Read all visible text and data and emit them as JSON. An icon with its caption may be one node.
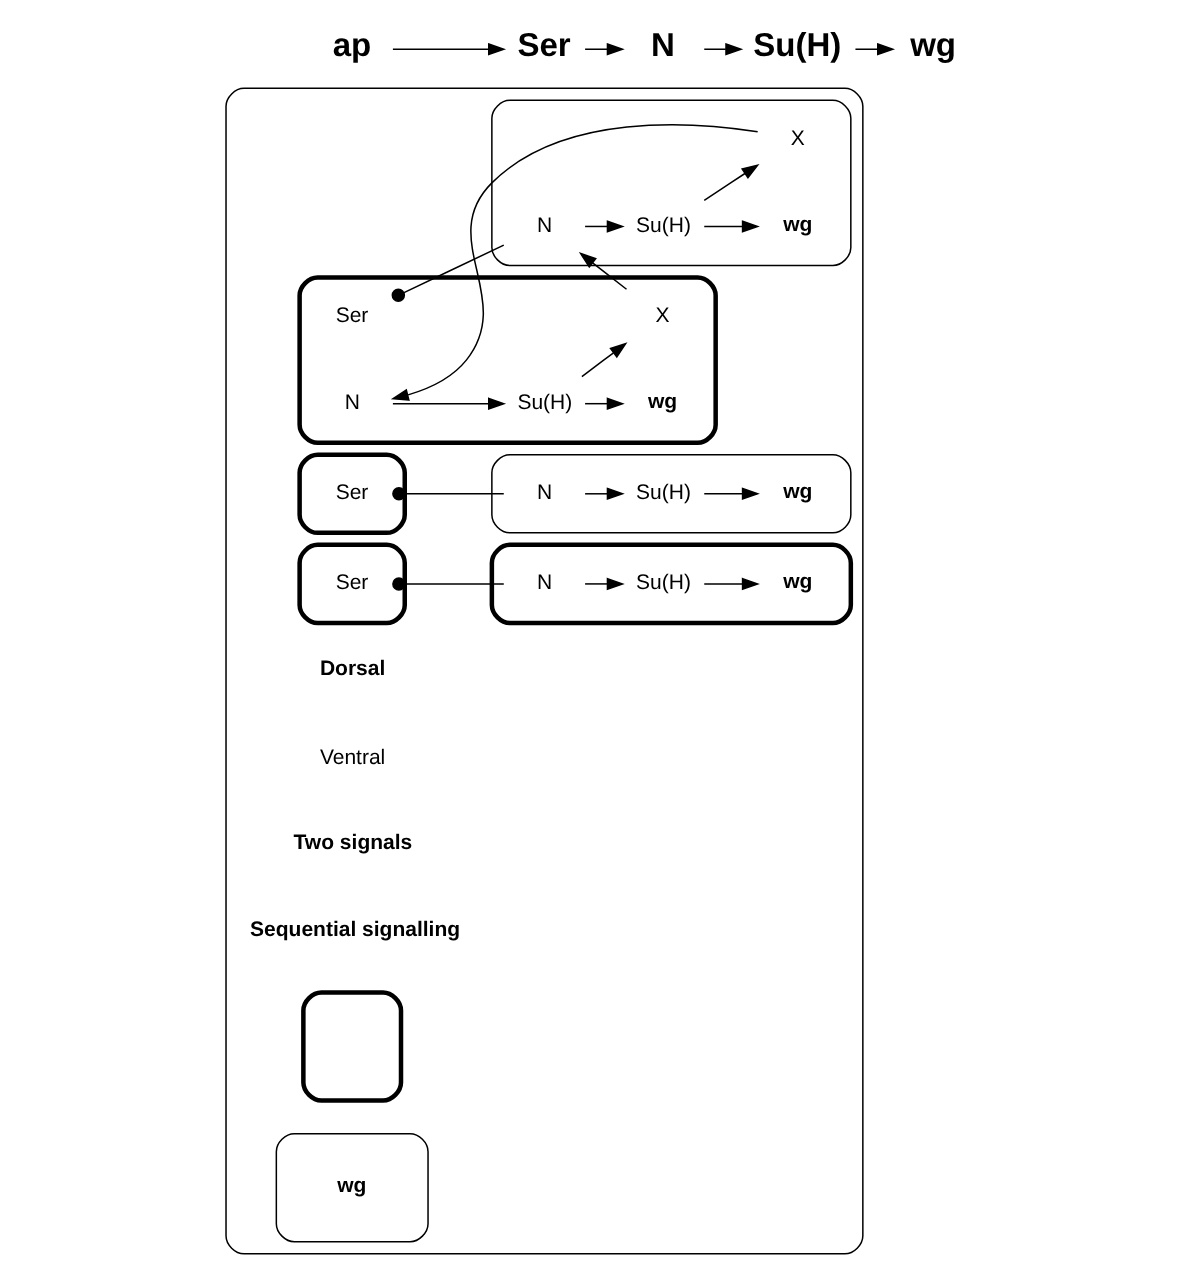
{
  "diagram": {
    "nodes": [
      {
        "text": [
          "ap"
        ]
      },
      {
        "text": [
          "Ser"
        ]
      },
      {
        "text": [
          "N"
        ]
      },
      {
        "text": [
          "Su(H)"
        ]
      },
      {
        "text": [
          "wg"
        ]
      },
      {
        "text": [],
        "shape": "box"
      },
      {
        "text": [],
        "shape": "box",
        "in": 5
      },
      {
        "text": [],
        "shape": "box",
        "in": 5
      },
      {
        "text": [
          "Ser"
        ],
        "in": 6
      },
      {
        "text": [
          "X"
        ],
        "in": 6
      },
      {
        "text": [
          "Su(H)"
        ],
        "in": 6
      },
      {
        "text": [
          "N"
        ],
        "in": 6
      },
      {
        "text": [
          "wg"
        ],
        "in": 6
      },
      {
        "text": [
          "N"
        ],
        "in": 7
      },
      {
        "text": [
          "Su(H)"
        ],
        "in": 7
      },
      {
        "text": [
          "wg"
        ],
        "in": 7
      },
      {
        "text": [
          "X"
        ],
        "in": 7
      },
      {
        "text": [],
        "shape": "box",
        "in": 5
      },
      {
        "text": [],
        "shape": "box",
        "in": 5
      },
      {
        "text": [],
        "shape": "box",
        "in": 5
      },
      {
        "text": [
          "Ser"
        ],
        "in": 18
      },
      {
        "text": [
          "N"
        ],
        "in": 19
      },
      {
        "text": [
          "Su(H)"
        ],
        "in": 19
      },
      {
        "text": [
          "wg"
        ],
        "in": 19
      },
      {
        "text": [],
        "shape": "box",
        "in": 5
      },
      {
        "text": [],
        "shape": "box",
        "in": 5
      },
      {
        "text": [
          "wg"
        ],
        "in": 5
      },
      {
        "text": [
          "Ser"
        ],
        "in": 24
      },
      {
        "text": [
          "N"
        ],
        "in": 25
      },
      {
        "text": [
          "Su(H)"
        ],
        "in": 25
      },
      {
        "text": [
          "wg"
        ],
        "in": 25
      }
    ],
    "edges": [
      {
        "from": 0,
        "to": 1,
        "arrow": "to"
      },
      {
        "from": 1,
        "to": 2,
        "arrow": "to"
      },
      {
        "from": 2,
        "to": 3,
        "arrow": "to"
      },
      {
        "from": 3,
        "to": 4,
        "arrow": "to"
      },
      {
        "from": 8,
        "to": 13,
        "arrow": "other"
      },
      {
        "from": 9,
        "to": 13,
        "arrow": "to"
      },
      {
        "from": 13,
        "to": 14,
        "arrow": "to"
      },
      {
        "from": 14,
        "to": 15,
        "arrow": "to"
      },
      {
        "from": 14,
        "to": 16,
        "arrow": "to"
      },
      {
        "from": 16,
        "to": 11,
        "arrow": "to"
      },
      {
        "from": 11,
        "to": 10,
        "arrow": "to"
      },
      {
        "from": 10,
        "to": 9,
        "arrow": "to"
      },
      {
        "from": 10,
        "to": 12,
        "arrow": "to"
      },
      {
        "from": 20,
        "to": 21,
        "arrow": "other"
      },
      {
        "from": 21,
        "to": 22,
        "arrow": "to"
      },
      {
        "from": 22,
        "to": 23,
        "arrow": "to"
      },
      {
        "from": 27,
        "to": 28,
        "arrow": "other"
      },
      {
        "from": 28,
        "to": 29,
        "arrow": "to"
      },
      {
        "from": 29,
        "to": 30,
        "arrow": "to"
      }
    ],
    "labels": [
      "Dorsal",
      "Ventral",
      "Two signals",
      "Sequential signalling"
    ]
  }
}
